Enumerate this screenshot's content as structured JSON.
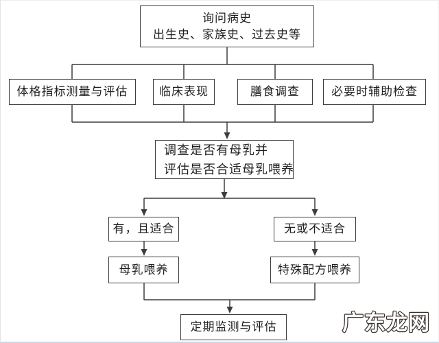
{
  "flowchart": {
    "nodes": {
      "ask_history": {
        "line1": "询问病史",
        "line2": "出生史、家族史、过去史等"
      },
      "physical": {
        "label": "体格指标测量与评估"
      },
      "clinical": {
        "label": "临床表现"
      },
      "diet": {
        "label": "膳食调查"
      },
      "auxiliary": {
        "label": "必要时辅助检查"
      },
      "assess_milk": {
        "line1": "调查是否有母乳并",
        "line2": "评估是否合适母乳喂养"
      },
      "has_suitable": {
        "label": "有，且适合"
      },
      "none_unsuitable": {
        "label": "无或不适合"
      },
      "breastfeed": {
        "label": "母乳喂养"
      },
      "formula": {
        "label": "特殊配方喂养"
      },
      "monitor": {
        "label": "定期监测与评估"
      }
    },
    "watermark": "广东龙网",
    "colors": {
      "line": "#3d3d3d",
      "text": "#1f1f1f",
      "background": "#ffffff",
      "watermark_fill": "#ffffff",
      "watermark_outline": "#38302c",
      "bottom_border": "#ccd9e2"
    }
  }
}
